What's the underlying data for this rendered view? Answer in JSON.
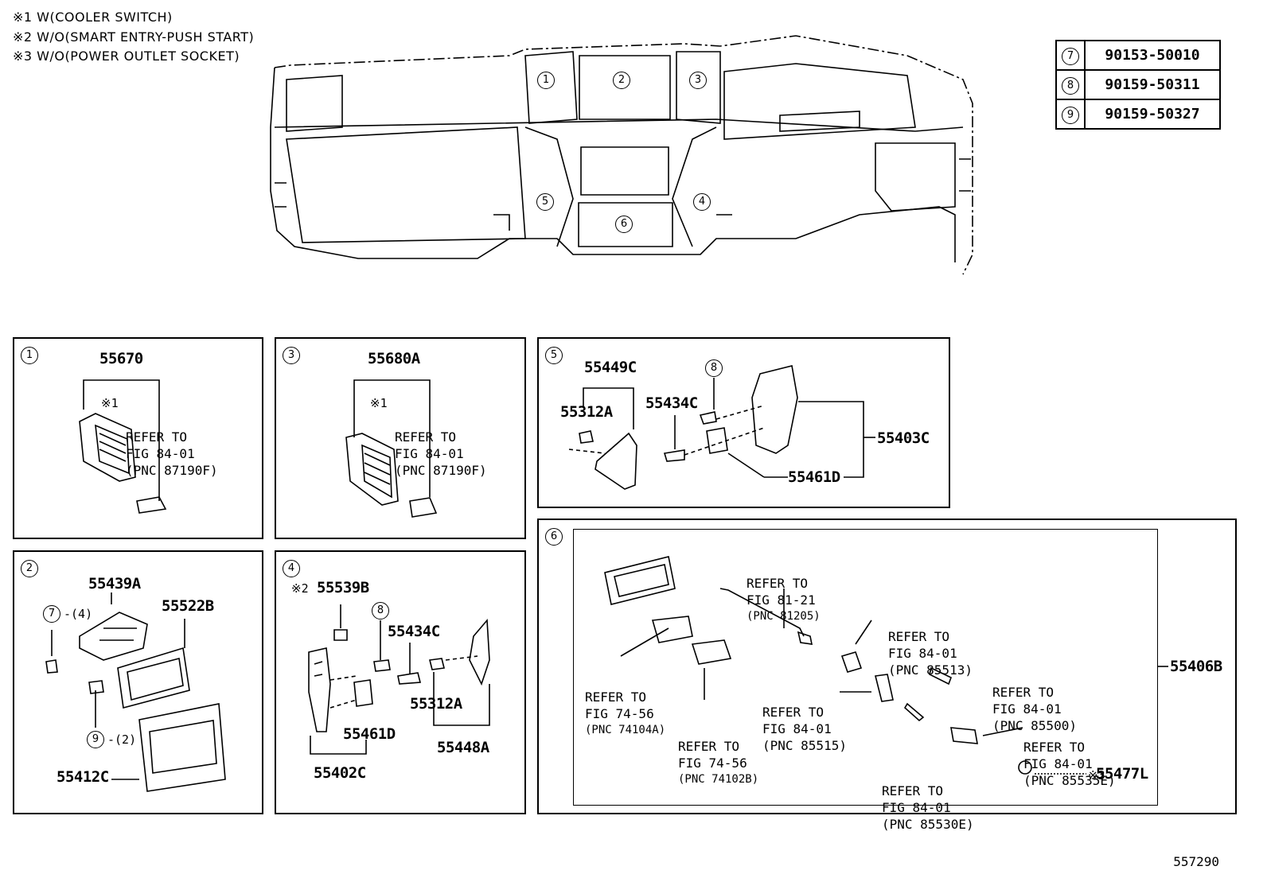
{
  "notes": [
    "※1 W(COOLER SWITCH)",
    "※2 W/O(SMART ENTRY-PUSH START)",
    "※3 W/O(POWER OUTLET SOCKET)"
  ],
  "parts_table": [
    {
      "key": "7",
      "value": "90153-50010"
    },
    {
      "key": "8",
      "value": "90159-50311"
    },
    {
      "key": "9",
      "value": "90159-50327"
    }
  ],
  "overview_callouts": [
    "1",
    "2",
    "3",
    "4",
    "5",
    "6"
  ],
  "panels": {
    "p1": {
      "num": "1",
      "part": "55670",
      "ref": {
        "mark": "※1",
        "lines": [
          "REFER TO",
          "FIG 84-01",
          "(PNC 87190F)"
        ]
      }
    },
    "p3": {
      "num": "3",
      "part": "55680A",
      "ref": {
        "mark": "※1",
        "lines": [
          "REFER TO",
          "FIG 84-01",
          "(PNC 87190F)"
        ]
      }
    },
    "p5": {
      "num": "5",
      "parts": {
        "a": "55449C",
        "b": "55312A",
        "c": "55434C",
        "d": "55403C",
        "e": "55461D"
      },
      "callout": "8"
    },
    "p2": {
      "num": "2",
      "parts": {
        "a": "55439A",
        "b": "55522B",
        "c": "55412C"
      },
      "c7": "7",
      "q7": "-(4)",
      "c9": "9",
      "q9": "-(2)"
    },
    "p4": {
      "num": "4",
      "mark": "※2",
      "parts": {
        "a": "55539B",
        "b": "55434C",
        "c": "55312A",
        "d": "55461D",
        "e": "55402C",
        "f": "55448A"
      },
      "callout": "8"
    },
    "p6": {
      "num": "6",
      "assembly": "55406B",
      "mark3": "※3",
      "part_last": "55477L",
      "refs": {
        "r1": [
          "REFER TO",
          "FIG 81-21",
          "(PNC 81205)"
        ],
        "r2": [
          "REFER TO",
          "FIG 84-01",
          "(PNC 85513)"
        ],
        "r3": [
          "REFER TO",
          "FIG 84-01",
          "(PNC 85500)"
        ],
        "r4": [
          "REFER TO",
          "FIG 74-56",
          "(PNC 74104A)"
        ],
        "r5": [
          "REFER TO",
          "FIG 84-01",
          "(PNC 85515)"
        ],
        "r6": [
          "REFER TO",
          "FIG 74-56",
          "(PNC 74102B)"
        ],
        "r7": [
          "REFER TO",
          "FIG 84-01",
          "(PNC 85535E)"
        ],
        "r8": [
          "REFER TO",
          "FIG 84-01",
          "(PNC 85530E)"
        ]
      }
    }
  },
  "diagram_number": "557290"
}
